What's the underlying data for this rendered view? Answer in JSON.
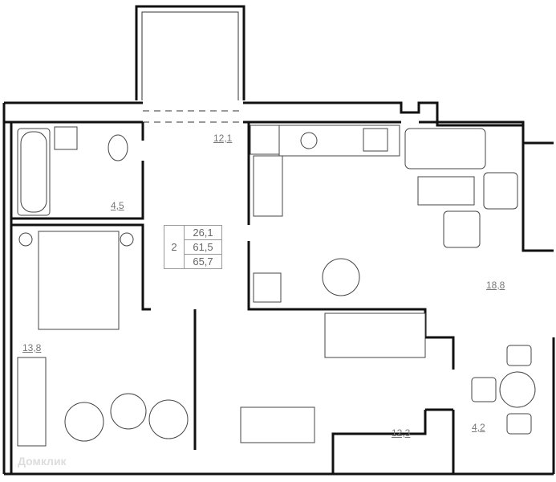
{
  "summary": {
    "rooms": "2",
    "living_area": "26,1",
    "kitchen_area": "61,5",
    "total_area": "65,7"
  },
  "rooms": {
    "hall": "12,1",
    "bathroom": "4,5",
    "bedroom": "13,8",
    "kitchen_living": "18,8",
    "room": "12,3",
    "balcony": "4,2"
  },
  "watermark": "Домклик"
}
